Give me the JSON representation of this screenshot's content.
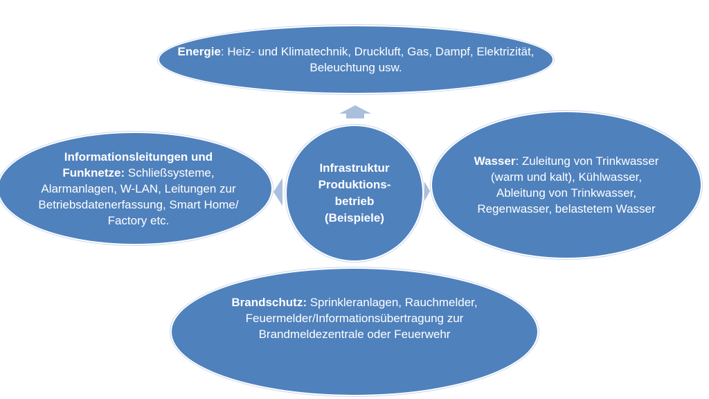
{
  "center": {
    "text": "Infrastruktur Produktions-betrieb (Beispiele)"
  },
  "nodes": {
    "energie": {
      "title": "Energie",
      "sep": ":",
      "text": " Heiz- und Klimatechnik, Druckluft, Gas, Dampf, Elektrizität, Beleuchtung usw."
    },
    "info": {
      "title": "Informationsleitungen und Funknetze:",
      "text": " Schließsysteme, Alarmanlagen, W-LAN, Leitungen zur Betriebsdatenerfassung, Smart Home/ Factory etc."
    },
    "wasser": {
      "title": "Wasser",
      "sep": ":",
      "text": " Zuleitung von Trinkwasser (warm und kalt), Kühlwasser, Ableitung von Trinkwasser, Regenwasser, belastetem Wasser"
    },
    "brand": {
      "title": "Brandschutz:",
      "text": " Sprinkleranlagen, Rauchmelder, Feuermelder/Informationsübertragung zur Brandmeldezentrale oder Feuerwehr"
    }
  },
  "colors": {
    "node_fill": "#4f81bd",
    "arrow_fill": "#a9bfdc",
    "text": "#ffffff"
  }
}
